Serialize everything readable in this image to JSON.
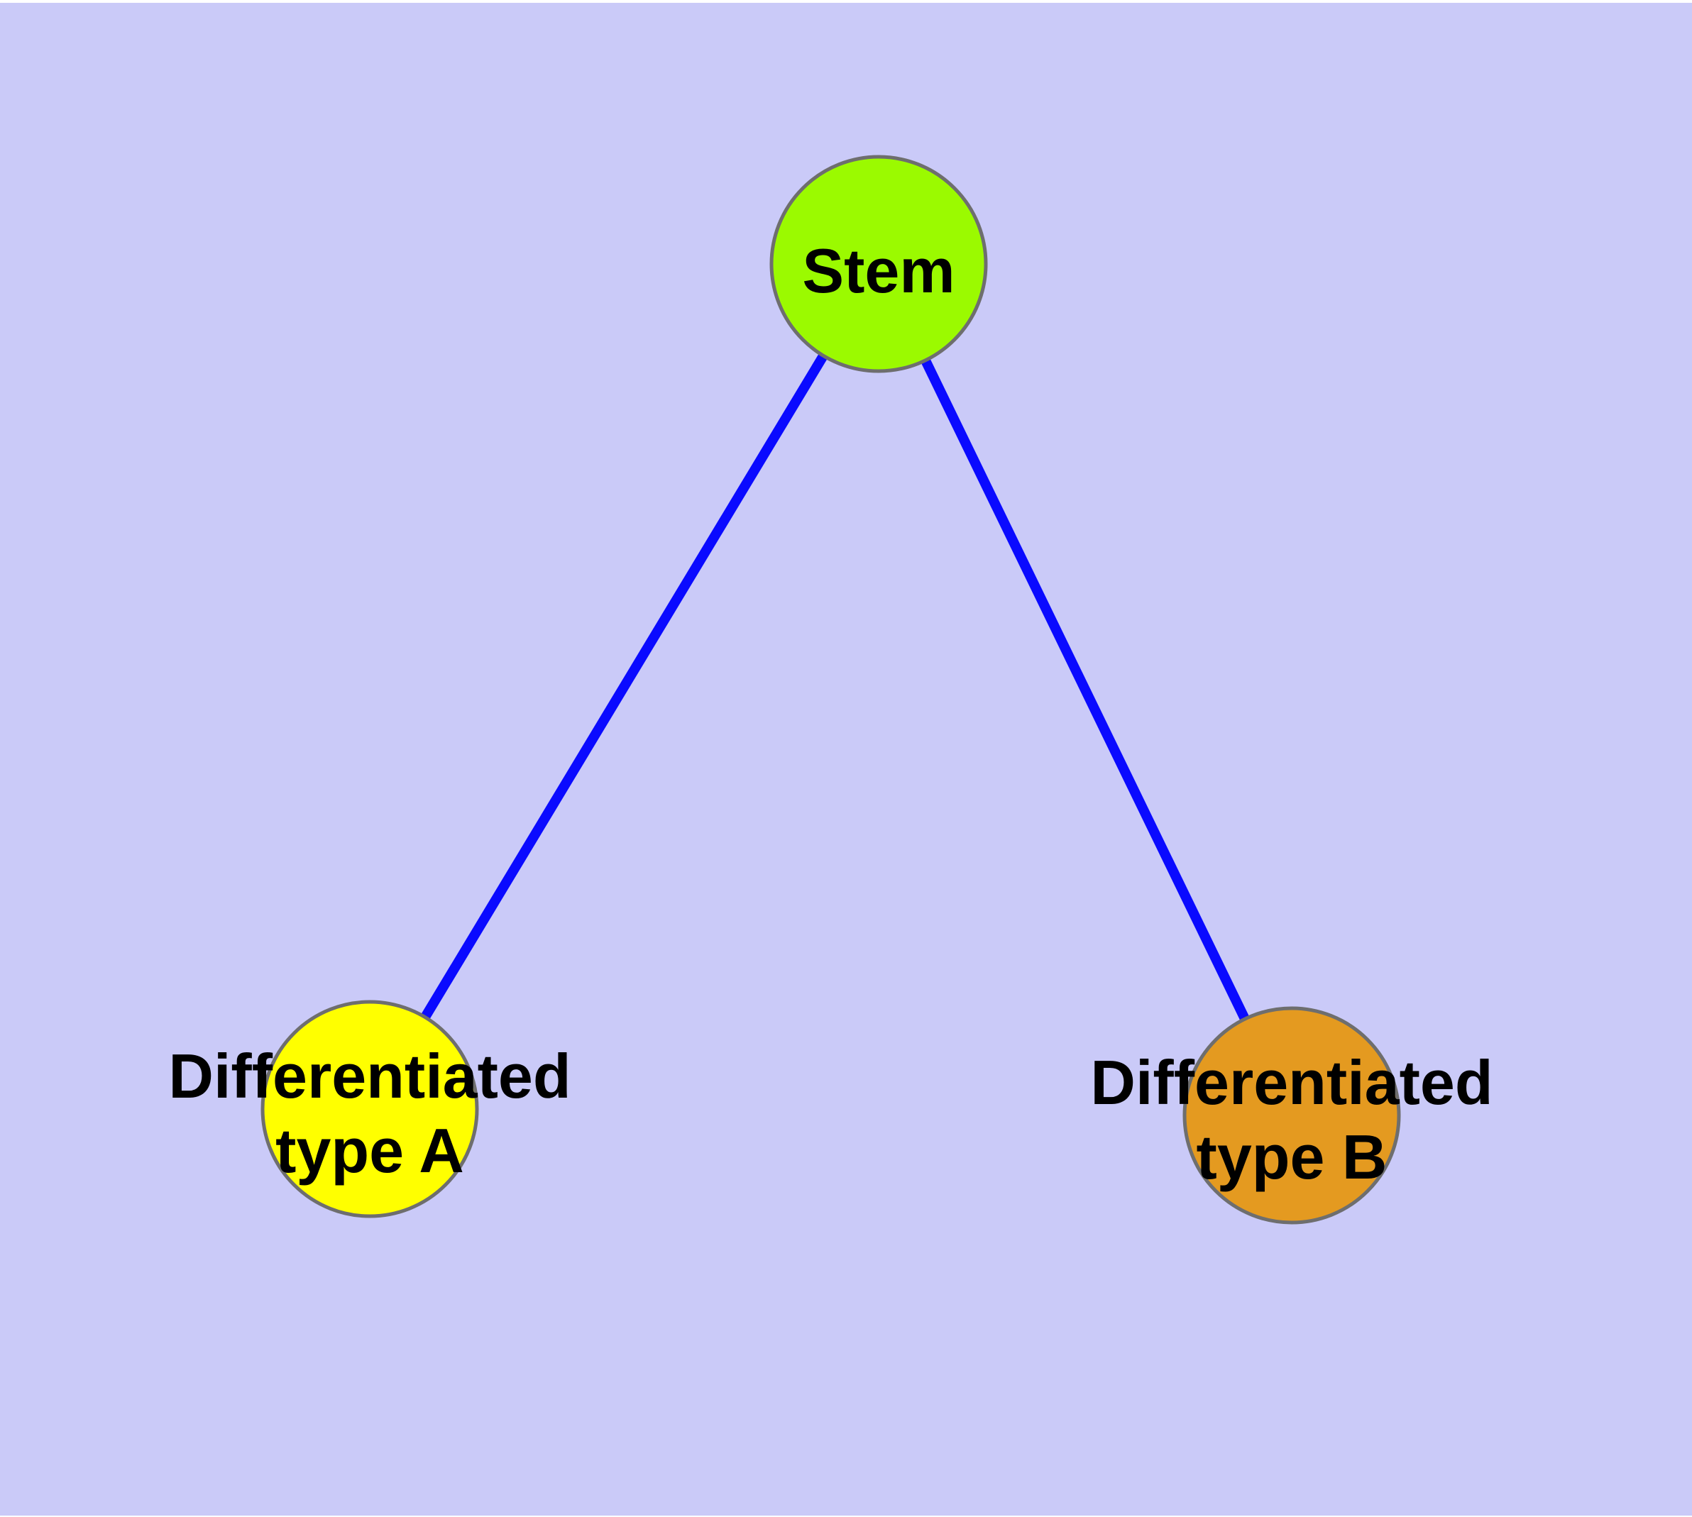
{
  "diagram": {
    "kind": "cell-differentiation-graph",
    "background_color": "#CACAF8",
    "page_margin_color": "#FFFFFF",
    "edge_color": "#0A0AFF",
    "node_border_color": "#6E6E6E",
    "label_color": "#000000",
    "nodes": [
      {
        "id": "stem",
        "label": "Stem",
        "lines": [
          "Stem"
        ],
        "fill": "#9BFA00"
      },
      {
        "id": "differentiated-type-a",
        "label": "Differentiated type A",
        "lines": [
          "Differentiated",
          "type A"
        ],
        "fill": "#FFFF00"
      },
      {
        "id": "differentiated-type-b",
        "label": "Differentiated type B",
        "lines": [
          "Differentiated",
          "type B"
        ],
        "fill": "#E49A20"
      }
    ],
    "edges": [
      {
        "from": "Stem",
        "to": "Differentiated type A"
      },
      {
        "from": "Stem",
        "to": "Differentiated type B"
      }
    ]
  }
}
